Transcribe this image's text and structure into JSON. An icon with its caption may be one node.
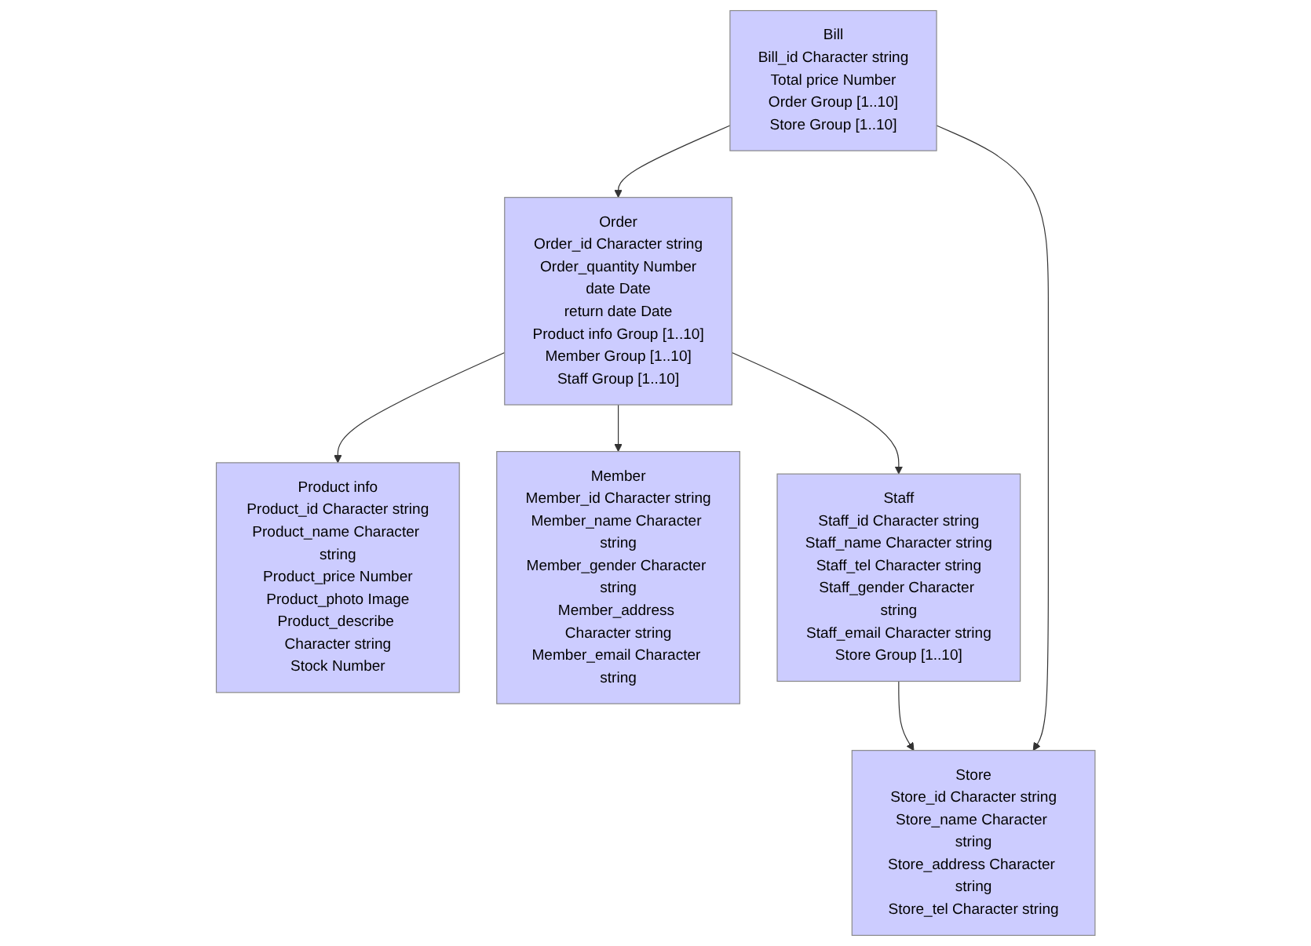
{
  "diagram": {
    "nodes": [
      {
        "text": [
          "Bill",
          "Bill_id Character string",
          "Total price Number",
          "Order Group [1..10]",
          "Store Group [1..10]"
        ]
      },
      {
        "text": [
          "Order",
          "Order_id Character string",
          "Order_quantity Number",
          "date Date",
          "return date Date",
          "Product info Group [1..10]",
          "Member Group [1..10]",
          "Staff Group [1..10]"
        ]
      },
      {
        "text": [
          "Product info",
          "Product_id Character string",
          "Product_name Character string",
          "Product_price Number",
          "Product_photo Image",
          "Product_describe Character string",
          "Stock Number"
        ]
      },
      {
        "text": [
          "Staff",
          "Staff_id Character string",
          "Staff_name Character string",
          "Staff_tel Character string",
          "Staff_gender Character string",
          "Staff_email Character string",
          "Store Group [1..10]"
        ]
      },
      {
        "text": [
          "Store",
          "Store_id Character string",
          "Store_name Character string",
          "Store_address Character string",
          "Store_tel Character string"
        ]
      },
      {
        "text": [
          "Member",
          "Member_id Character string",
          "Member_name Character string",
          "Member_gender Character string",
          "Member_address Character string",
          "Member_email Character string"
        ]
      }
    ],
    "edges": [
      {
        "from": 0,
        "to": 1,
        "arrow": "to"
      },
      {
        "from": 0,
        "to": 4,
        "arrow": "to"
      },
      {
        "from": 1,
        "to": 2,
        "arrow": "to"
      },
      {
        "from": 1,
        "to": 5,
        "arrow": "to"
      },
      {
        "from": 1,
        "to": 3,
        "arrow": "to"
      },
      {
        "from": 3,
        "to": 4,
        "arrow": "to"
      }
    ]
  }
}
